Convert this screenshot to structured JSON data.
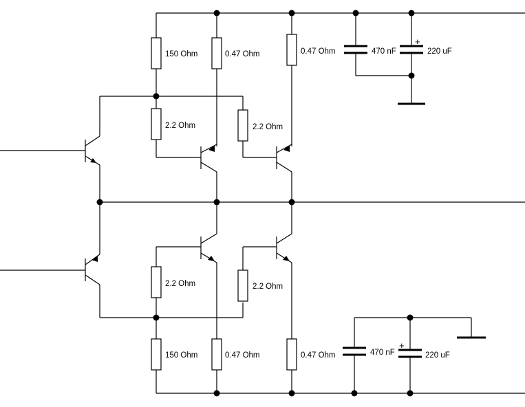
{
  "labels": {
    "r_top_150": "150  Ohm",
    "r_top_047a": "0.47  Ohm",
    "r_top_047b": "0.47  Ohm",
    "c_top_470n": "470 nF",
    "c_top_220u": "220 uF",
    "r_top_22a": "2.2  Ohm",
    "r_top_22b": "2.2  Ohm",
    "r_bot_22a": "2.2  Ohm",
    "r_bot_22b": "2.2  Ohm",
    "r_bot_150": "150  Ohm",
    "r_bot_047a": "0.47  Ohm",
    "r_bot_047b": "0.47  Ohm",
    "c_bot_470n": "470 nF",
    "c_bot_220u": "220 uF",
    "cap_plus_top": "+",
    "cap_plus_bot": "+"
  },
  "colors": {
    "line": "#000000",
    "background": "#ffffff"
  }
}
